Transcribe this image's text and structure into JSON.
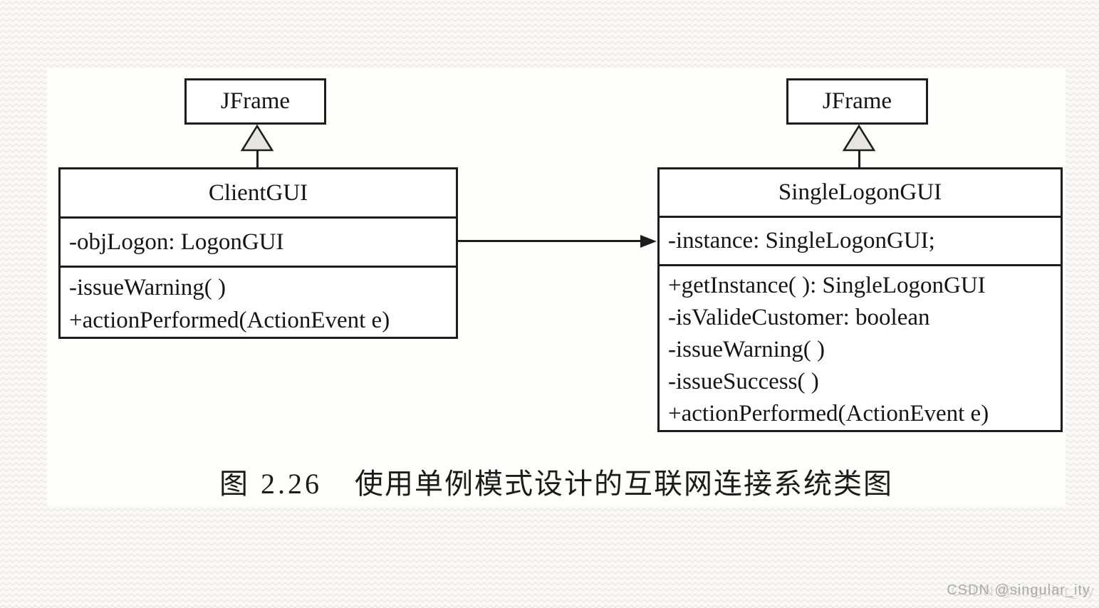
{
  "figure": {
    "caption": {
      "number": "图 2.26",
      "text": "使用单例模式设计的互联网连接系统类图"
    }
  },
  "watermark": {
    "text": "CSDN @singular_ity"
  },
  "classes": {
    "jframe_left": {
      "name": "JFrame"
    },
    "jframe_right": {
      "name": "JFrame"
    },
    "client": {
      "name": "ClientGUI",
      "attributes": [
        "-objLogon: LogonGUI"
      ],
      "methods": [
        "-issueWarning( )",
        "+actionPerformed(ActionEvent e)"
      ]
    },
    "singleton": {
      "name": "SingleLogonGUI",
      "attributes": [
        "-instance: SingleLogonGUI;"
      ],
      "methods": [
        "+getInstance( ): SingleLogonGUI",
        "-isValideCustomer: boolean",
        "-issueWarning( )",
        "-issueSuccess( )",
        "+actionPerformed(ActionEvent e)"
      ]
    }
  },
  "relationships": [
    {
      "type": "generalization",
      "from": "ClientGUI",
      "to": "JFrame"
    },
    {
      "type": "generalization",
      "from": "SingleLogonGUI",
      "to": "JFrame"
    },
    {
      "type": "association",
      "from": "ClientGUI",
      "to": "SingleLogonGUI",
      "direction": "right"
    }
  ],
  "colors": {
    "ink": "#1d1d1d",
    "paper": "#ffffff",
    "page_bg": "#faf9f7",
    "pattern": "#e8e6e2",
    "triangle_fill": "#e7e5e1",
    "watermark": "#ababab"
  }
}
